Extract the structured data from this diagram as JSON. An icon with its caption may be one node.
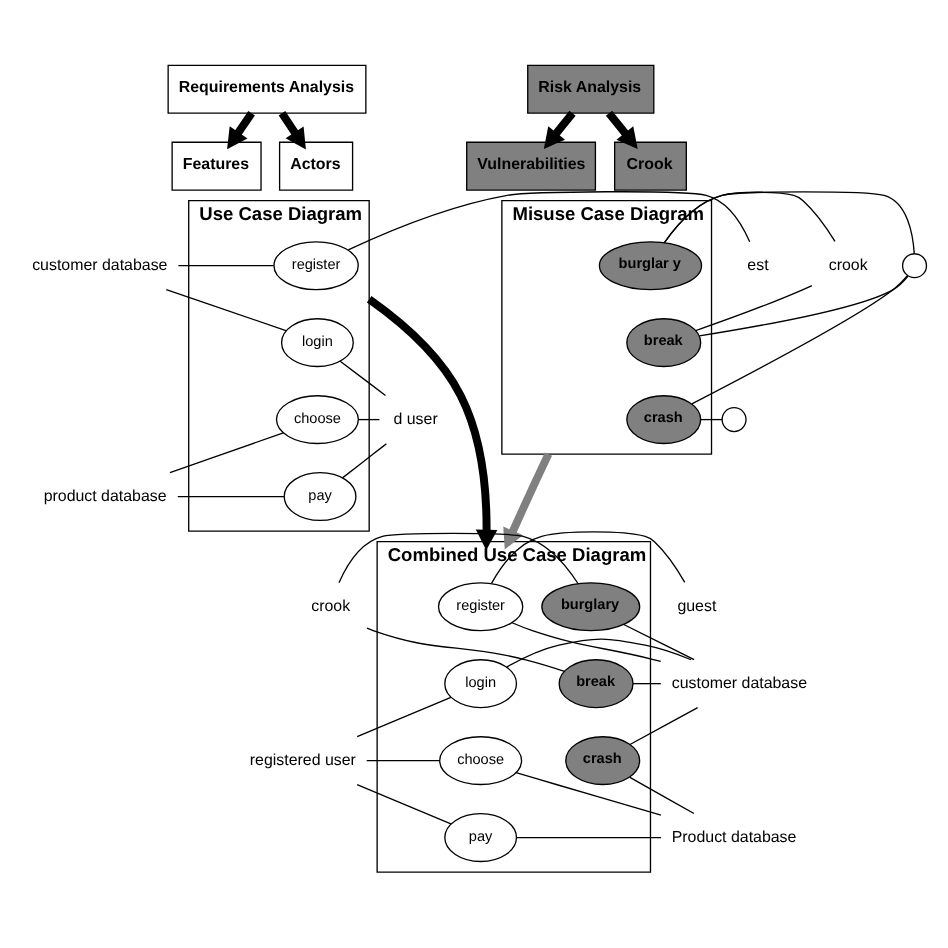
{
  "diagram": {
    "nodes": [
      {
        "text": [
          "Requirements Analysis"
        ]
      },
      {
        "text": [
          "Risk Analysis"
        ]
      },
      {
        "text": [
          "Features"
        ]
      },
      {
        "text": [
          "Actors"
        ]
      },
      {
        "text": [
          "Vulnerabilities"
        ]
      },
      {
        "text": [
          "Crook"
        ]
      },
      {
        "text": [
          "Use Case Diagram"
        ]
      },
      {
        "text": [
          "register"
        ],
        "in": 6
      },
      {
        "text": [
          "login"
        ],
        "in": 6
      },
      {
        "text": [
          "choose"
        ],
        "in": 6
      },
      {
        "text": [
          "pay"
        ],
        "in": 6
      },
      {
        "text": [
          "est"
        ]
      },
      {
        "text": [
          "d user"
        ]
      },
      {
        "text": [
          "customer database"
        ]
      },
      {
        "text": [
          "product database"
        ]
      },
      {
        "text": [
          "Misuse Case Diagram"
        ]
      },
      {
        "text": [
          "burglar y"
        ],
        "in": 15
      },
      {
        "text": [
          "break"
        ],
        "in": 15
      },
      {
        "text": [
          "crash"
        ],
        "in": 15
      },
      {
        "text": [
          "crook"
        ]
      },
      {
        "text": [],
        "shape": "person"
      },
      {
        "text": [],
        "shape": "person"
      },
      {
        "text": [
          "Combined Use Case Diagram"
        ]
      },
      {
        "text": [
          "register"
        ],
        "in": 22
      },
      {
        "text": [
          "login"
        ],
        "in": 22
      },
      {
        "text": [
          "choose"
        ],
        "in": 22
      },
      {
        "text": [
          "pay"
        ],
        "in": 22
      },
      {
        "text": [
          "burglary"
        ],
        "in": 22
      },
      {
        "text": [
          "break"
        ],
        "in": 22
      },
      {
        "text": [
          "crash"
        ],
        "in": 22
      },
      {
        "text": [
          "guest"
        ]
      },
      {
        "text": [
          "customer database"
        ]
      },
      {
        "text": [
          "registered user"
        ]
      },
      {
        "text": [
          "Product database"
        ]
      },
      {
        "text": [
          "crook"
        ]
      }
    ],
    "edges": [
      {
        "from": 0,
        "to": 2,
        "arrow": "to",
        "style": "thick"
      },
      {
        "from": 0,
        "to": 3,
        "arrow": "to",
        "style": "thick"
      },
      {
        "from": 1,
        "to": 4,
        "arrow": "to",
        "style": "thick"
      },
      {
        "from": 1,
        "to": 5,
        "arrow": "to",
        "style": "thick"
      },
      {
        "from": 11,
        "to": 7,
        "arrow": "none"
      },
      {
        "from": 12,
        "to": 8,
        "arrow": "none"
      },
      {
        "from": 12,
        "to": 9,
        "arrow": "none"
      },
      {
        "from": 12,
        "to": 10,
        "arrow": "none"
      },
      {
        "from": 7,
        "to": 13,
        "arrow": "none"
      },
      {
        "from": 8,
        "to": 13,
        "arrow": "none"
      },
      {
        "from": 9,
        "to": 14,
        "arrow": "none"
      },
      {
        "from": 10,
        "to": 14,
        "arrow": "none"
      },
      {
        "from": 19,
        "to": 16,
        "arrow": "none"
      },
      {
        "from": 19,
        "to": 17,
        "arrow": "none"
      },
      {
        "from": 16,
        "to": 20,
        "arrow": "none"
      },
      {
        "from": 17,
        "to": 20,
        "arrow": "none"
      },
      {
        "from": 18,
        "to": 20,
        "arrow": "none"
      },
      {
        "from": 18,
        "to": 21,
        "arrow": "none"
      },
      {
        "from": 6,
        "to": 22,
        "arrow": "to",
        "style": "thick"
      },
      {
        "from": 15,
        "to": 22,
        "arrow": "to",
        "style": "thick",
        "color": "#808080"
      },
      {
        "from": 30,
        "to": 23,
        "arrow": "none"
      },
      {
        "from": 31,
        "to": 23,
        "arrow": "none"
      },
      {
        "from": 31,
        "to": 27,
        "arrow": "none"
      },
      {
        "from": 31,
        "to": 28,
        "arrow": "none"
      },
      {
        "from": 31,
        "to": 24,
        "arrow": "none"
      },
      {
        "from": 31,
        "to": 29,
        "arrow": "none"
      },
      {
        "from": 32,
        "to": 24,
        "arrow": "none"
      },
      {
        "from": 32,
        "to": 25,
        "arrow": "none"
      },
      {
        "from": 32,
        "to": 26,
        "arrow": "none"
      },
      {
        "from": 33,
        "to": 25,
        "arrow": "none"
      },
      {
        "from": 33,
        "to": 29,
        "arrow": "none"
      },
      {
        "from": 33,
        "to": 26,
        "arrow": "none"
      },
      {
        "from": 27,
        "to": 34,
        "arrow": "none"
      },
      {
        "from": 28,
        "to": 34,
        "arrow": "none"
      }
    ]
  }
}
